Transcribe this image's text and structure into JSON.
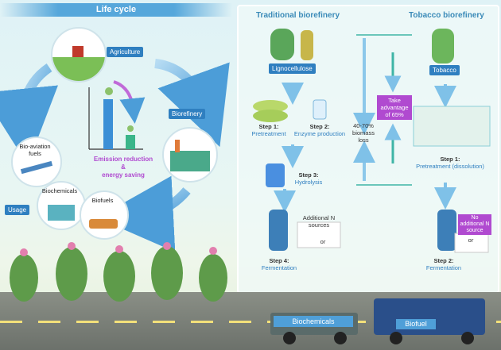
{
  "left": {
    "title": "Life cycle",
    "agriculture": "Agriculture",
    "biorefinery": "Biorefinery",
    "usage": "Usage",
    "bio_aviation": "Bio-aviation fuels",
    "biochemicals": "Biochemicals",
    "biofuels": "Biofuels",
    "emission": "Emission reduction",
    "amp": "&",
    "energy": "energy saving"
  },
  "traditional": {
    "title": "Traditional biorefinery",
    "feed": "Lignocellulose",
    "step1": "Step 1:",
    "step1_name": "Pretreatment",
    "step2": "Step 2:",
    "step2_name": "Enzyme production",
    "step3": "Step 3:",
    "step3_name": "Hydrolysis",
    "additional": "Additional N sources",
    "or": "or",
    "step4": "Step 4:",
    "step4_name": "Fermentation"
  },
  "middle": {
    "loss": "40-70% biomass loss",
    "advantage": "Take advantage of 65%"
  },
  "tobacco": {
    "title": "Tobacco biorefinery",
    "feed": "Tobacco",
    "step1": "Step 1:",
    "step1_name": "Pretreatment (dissolution)",
    "no_additional": "No additional N source",
    "or": "or",
    "step2": "Step 2:",
    "step2_name": "Fermentation"
  },
  "truck": {
    "biochemicals": "Biochemicals",
    "biofuel": "Biofuel"
  },
  "colors": {
    "accent_blue": "#2f7fc0",
    "purple": "#b04ad0",
    "arrow_blue": "#5aa6dd"
  }
}
